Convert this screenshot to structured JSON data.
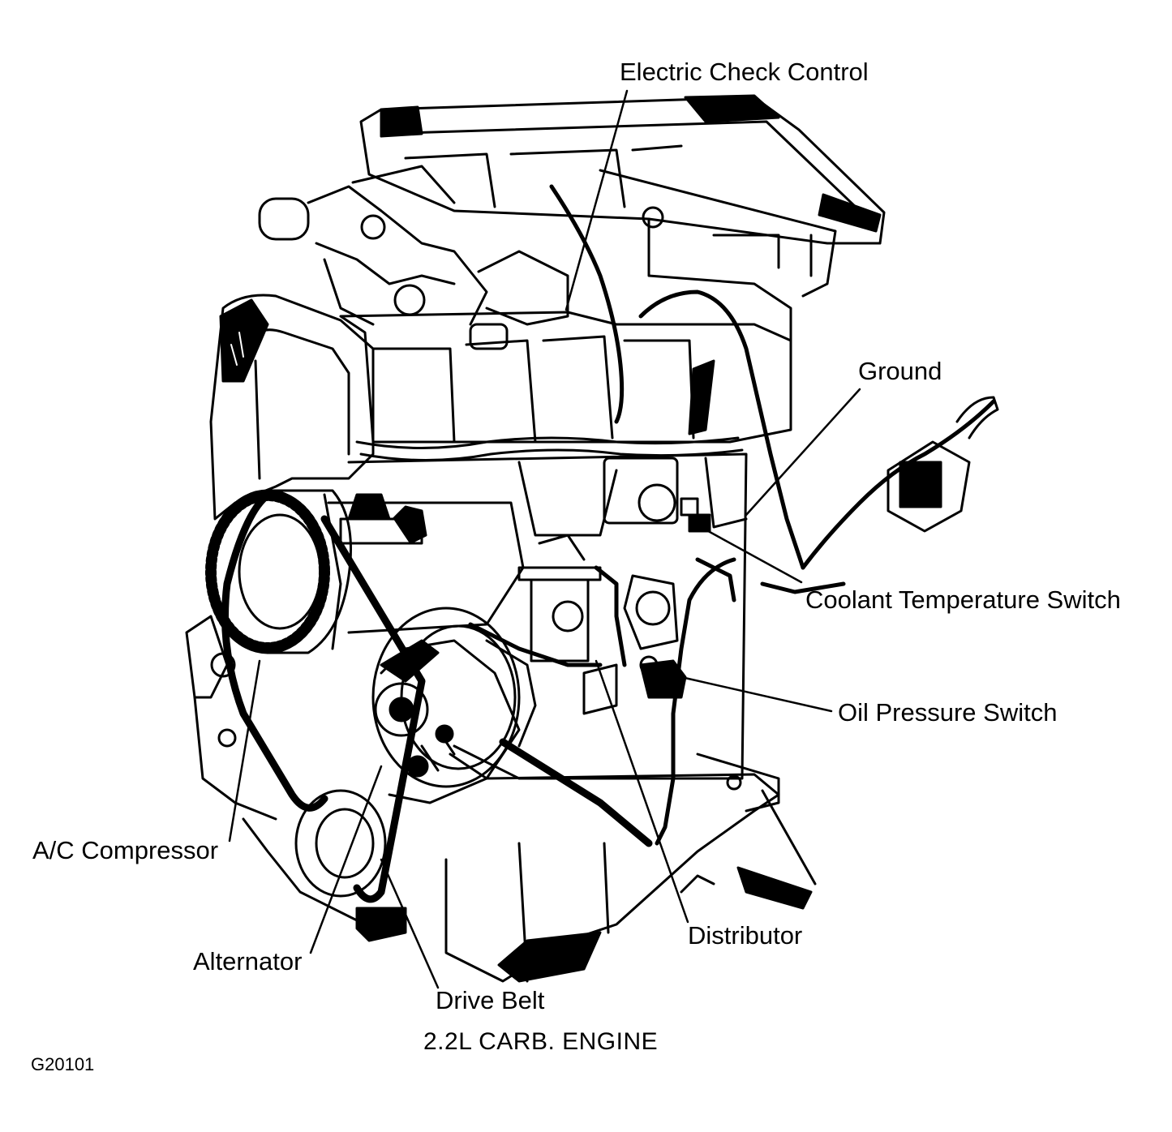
{
  "labels": {
    "electric_check_control": "Electric Check Control",
    "ground": "Ground",
    "coolant_temperature_switch": "Coolant Temperature Switch",
    "oil_pressure_switch": "Oil Pressure Switch",
    "ac_compressor": "A/C Compressor",
    "alternator": "Alternator",
    "drive_belt": "Drive Belt",
    "distributor": "Distributor"
  },
  "caption": "2.2L CARB. ENGINE",
  "figure_id": "G20101",
  "colors": {
    "ink": "#000000",
    "paper": "#ffffff"
  }
}
